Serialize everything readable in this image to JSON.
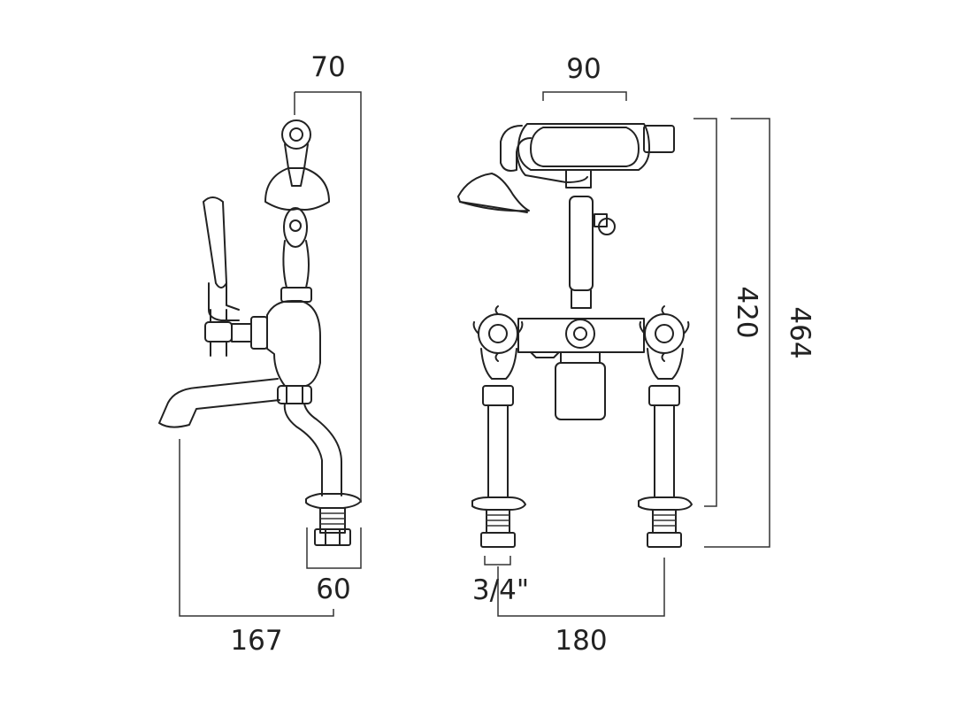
{
  "dimensions": {
    "side_top_width": "70",
    "side_tail_width": "60",
    "side_spout_projection": "167",
    "front_handset_width": "90",
    "front_connection_size": "3/4\"",
    "front_centres": "180",
    "front_height_to_deck": "420",
    "front_overall_height": "464"
  },
  "colors": {
    "line": "#222222",
    "dimension": "#333333",
    "background": "#ffffff"
  }
}
